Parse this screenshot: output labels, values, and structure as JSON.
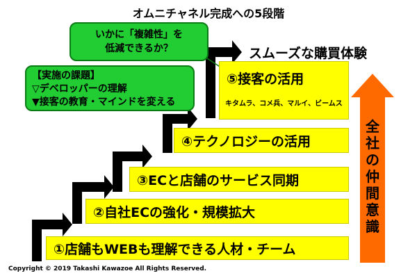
{
  "title": "オムニチャネル完成への5段階",
  "goal": "スムーズな購買体験",
  "steps": [
    {
      "label": "①店舗もWEBも理解できる人材・チーム"
    },
    {
      "label": "②自社ECの強化・規模拡大"
    },
    {
      "label": "③ECと店舗のサービス同期"
    },
    {
      "label": "④テクノロジーの活用"
    },
    {
      "label": "⑤接客の活用",
      "sub": "キタムラ、コメ兵、マルイ、ビームス"
    }
  ],
  "bubble_question": {
    "line1": "いかに「複雑性」を",
    "line2": "低減できるか？"
  },
  "bubble_issues": {
    "line1": "【実施の課題】",
    "line2": "▽デベロッパーの理解",
    "line3": "▼接客の教育・マインドを変える"
  },
  "side_label": "全社の仲間意識",
  "copyright": "Copyright © 2019 Takashi Kawazoe All Rights Reserved.",
  "colors": {
    "bar": "#ffff00",
    "bubble": "#22cc33",
    "arrow": "#ff6a00",
    "stairs": "#000000"
  }
}
